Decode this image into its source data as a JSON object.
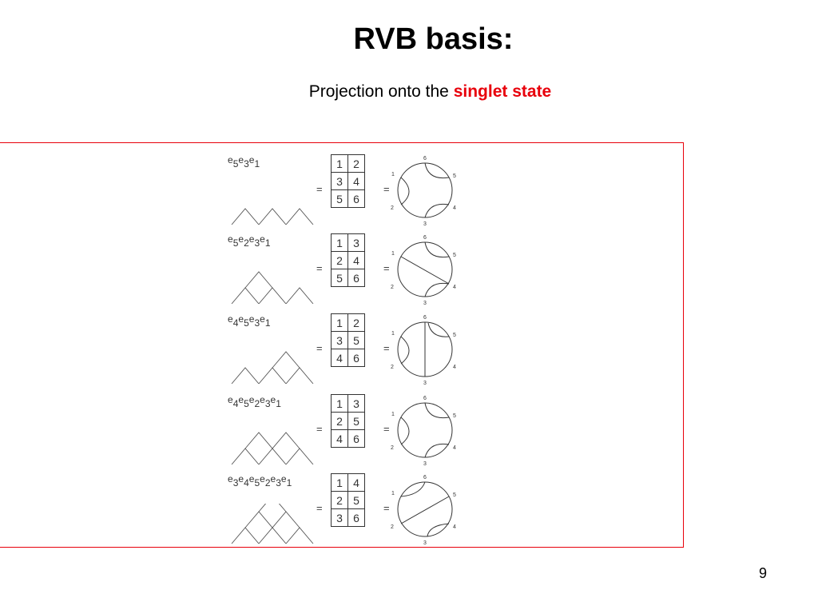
{
  "slide": {
    "title": "RVB basis:",
    "subtitle_prefix": "Projection onto the",
    "subtitle_highlight": "singlet state",
    "page_number": "9",
    "highlight_color": "#e8000b"
  },
  "rows": [
    {
      "sequence": [
        [
          "e",
          "5"
        ],
        [
          "e",
          "3"
        ],
        [
          "e",
          "1"
        ]
      ],
      "tableau": [
        [
          "1",
          "2"
        ],
        [
          "3",
          "4"
        ],
        [
          "5",
          "6"
        ]
      ]
    },
    {
      "sequence": [
        [
          "e",
          "5"
        ],
        [
          "e",
          "2"
        ],
        [
          "e",
          "3"
        ],
        [
          "e",
          "1"
        ]
      ],
      "tableau": [
        [
          "1",
          "3"
        ],
        [
          "2",
          "4"
        ],
        [
          "5",
          "6"
        ]
      ]
    },
    {
      "sequence": [
        [
          "e",
          "4"
        ],
        [
          "e",
          "5"
        ],
        [
          "e",
          "3"
        ],
        [
          "e",
          "1"
        ]
      ],
      "tableau": [
        [
          "1",
          "2"
        ],
        [
          "3",
          "5"
        ],
        [
          "4",
          "6"
        ]
      ]
    },
    {
      "sequence": [
        [
          "e",
          "4"
        ],
        [
          "e",
          "5"
        ],
        [
          "e",
          "2"
        ],
        [
          "e",
          "3"
        ],
        [
          "e",
          "1"
        ]
      ],
      "tableau": [
        [
          "1",
          "3"
        ],
        [
          "2",
          "5"
        ],
        [
          "4",
          "6"
        ]
      ]
    },
    {
      "sequence": [
        [
          "e",
          "3"
        ],
        [
          "e",
          "4"
        ],
        [
          "e",
          "5"
        ],
        [
          "e",
          "2"
        ],
        [
          "e",
          "3"
        ],
        [
          "e",
          "1"
        ]
      ],
      "tableau": [
        [
          "1",
          "4"
        ],
        [
          "2",
          "5"
        ],
        [
          "3",
          "6"
        ]
      ]
    }
  ],
  "equals": "=",
  "circle_labels": [
    "1",
    "2",
    "3",
    "4",
    "5",
    "6"
  ]
}
